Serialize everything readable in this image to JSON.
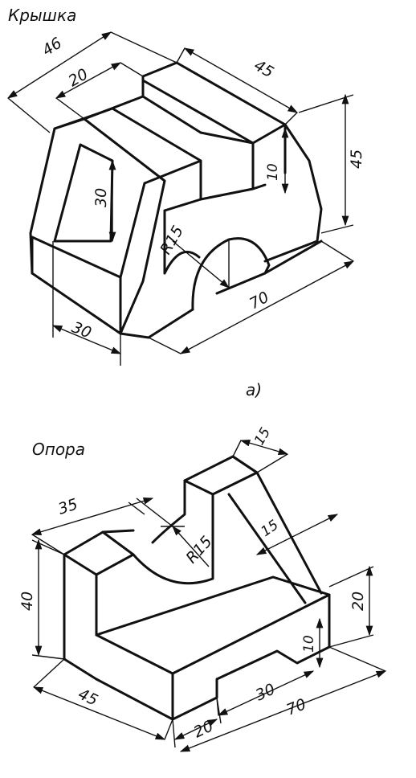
{
  "drawings": {
    "krishka": {
      "title": "Крышка",
      "dims": {
        "d46": "46",
        "d20": "20",
        "d45_top": "45",
        "d45_right": "45",
        "d10": "10",
        "d30_inner": "30",
        "d30_bottom": "30",
        "r15": "R15",
        "d70": "70"
      }
    },
    "caption_a": "a)",
    "opora": {
      "title": "Опора",
      "dims": {
        "d15_top": "15",
        "d35": "35",
        "d15_rib": "15",
        "r15": "R15",
        "d40": "40",
        "d20_right": "20",
        "d10": "10",
        "d45": "45",
        "d30": "30",
        "d20_bottom": "20",
        "d70": "70"
      }
    }
  }
}
